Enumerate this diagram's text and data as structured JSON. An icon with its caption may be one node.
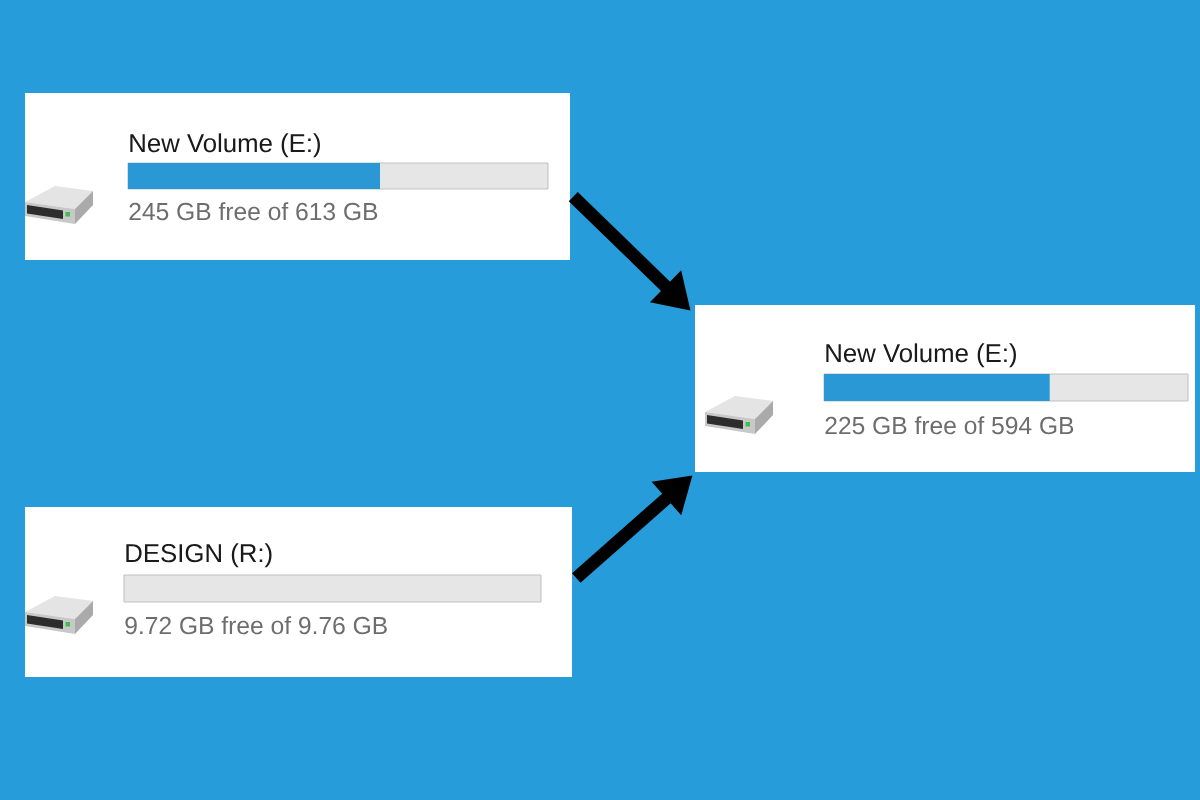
{
  "diagram": {
    "nodes": [
      {
        "text": [
          "New Volume (E:)",
          "245 GB free of 613 GB"
        ]
      },
      {
        "text": [
          "New Volume (E:)",
          "225 GB free of 594 GB"
        ]
      },
      {
        "text": [
          "DESIGN (R:)",
          "9.72 GB free of 9.76 GB"
        ]
      }
    ],
    "edges": [
      {
        "from": 0,
        "to": 1,
        "arrow": "to"
      },
      {
        "from": 2,
        "to": 1,
        "arrow": "to"
      }
    ]
  }
}
